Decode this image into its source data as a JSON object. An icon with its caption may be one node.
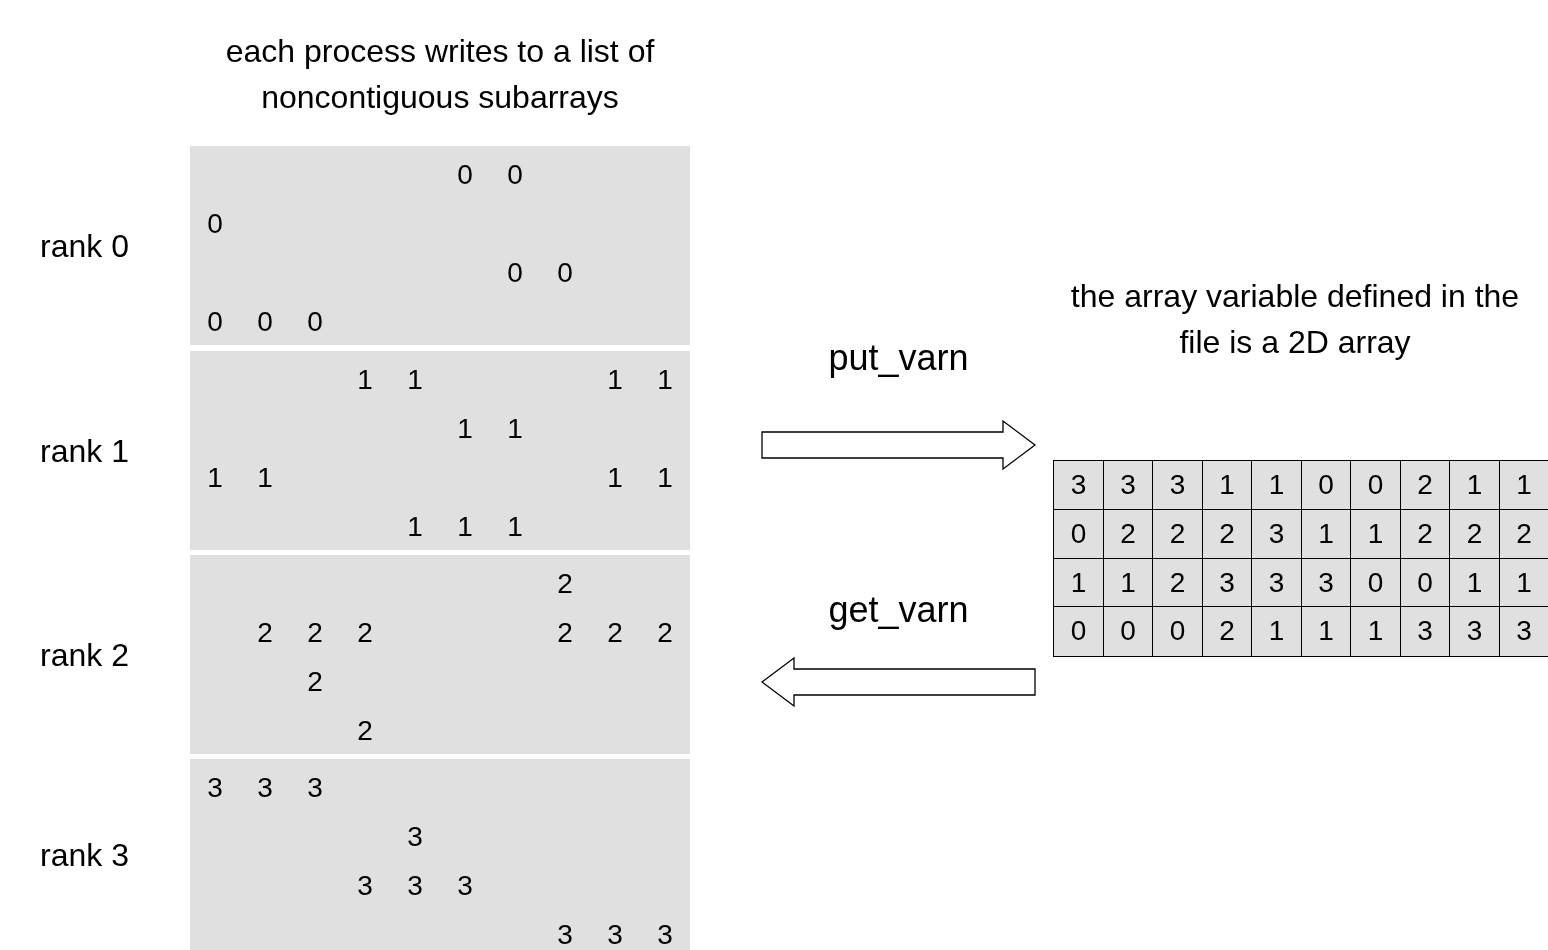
{
  "diagram": {
    "nodes": [
      {
        "text": [
          "each process writes to a list of noncontiguous subarrays"
        ]
      },
      {
        "text": [
          "rank 0"
        ],
        "in": 0
      },
      {
        "text": [
          "rank 1"
        ],
        "in": 0
      },
      {
        "text": [
          "rank 2"
        ],
        "in": 0
      },
      {
        "text": [
          "rank 3"
        ],
        "in": 0
      },
      {
        "text": [
          "the array variable defined in the file is a 2D array"
        ]
      }
    ],
    "edges": [
      {
        "from": 0,
        "to": 5,
        "arrow": "to",
        "label": "put_varn"
      },
      {
        "from": 5,
        "to": 0,
        "arrow": "to",
        "label": "get_varn"
      }
    ],
    "labels": [
      "0",
      "0",
      "0",
      "0",
      "0",
      "0",
      "0",
      "0",
      "1",
      "1",
      "1",
      "1",
      "1",
      "1",
      "1",
      "1",
      "1",
      "1",
      "1",
      "1",
      "1",
      "2",
      "2",
      "2",
      "2",
      "2",
      "2",
      "2",
      "2",
      "2",
      "3",
      "3",
      "3",
      "3",
      "3",
      "3",
      "3",
      "3",
      "3",
      "3",
      "3",
      "3",
      "3",
      "1",
      "1",
      "0",
      "0",
      "2",
      "1",
      "1",
      "0",
      "2",
      "2",
      "2",
      "3",
      "1",
      "1",
      "2",
      "2",
      "2",
      "1",
      "1",
      "2",
      "3",
      "3",
      "3",
      "0",
      "0",
      "1",
      "1",
      "0",
      "0",
      "0",
      "2",
      "1",
      "1",
      "1",
      "3",
      "3",
      "3"
    ]
  }
}
